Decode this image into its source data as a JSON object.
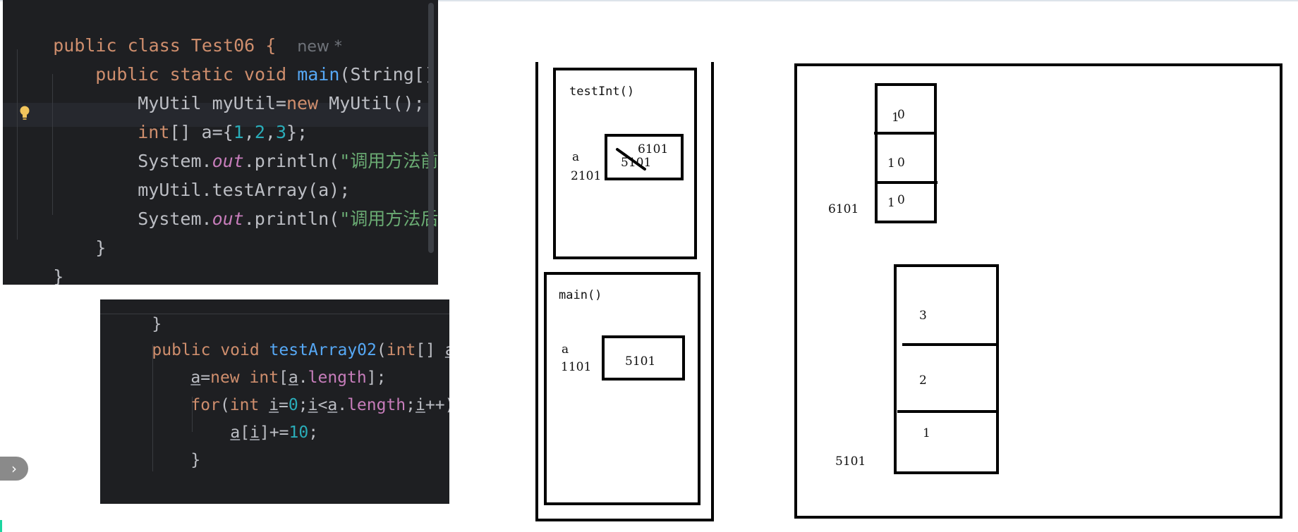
{
  "code_top": {
    "lines": [
      [
        "public class Test06 {  ",
        "new *"
      ],
      [
        "public static void ",
        "main",
        "(String[] args"
      ],
      [
        "MyUtil myUtil=",
        "new ",
        "MyUtil();"
      ],
      [
        "int",
        "[] a={",
        "1",
        ",",
        "2",
        ",",
        "3",
        "};"
      ],
      [
        "System.",
        "out",
        ".println(",
        "\"调用方法前：a="
      ],
      [
        "myUtil.testArray(a);"
      ],
      [
        "System.",
        "out",
        ".println(",
        "\"调用方法后：a="
      ],
      [
        "}"
      ],
      [
        "}"
      ]
    ]
  },
  "code_bottom": {
    "lines": [
      [
        "}"
      ],
      [
        "public void ",
        "testArray02",
        "(",
        "int",
        "[] ",
        "a",
        "){"
      ],
      [
        "a",
        "=",
        "new int",
        "[",
        "a",
        ".",
        "length",
        "];"
      ],
      [
        "for",
        "(",
        "int ",
        "i",
        "=",
        "0",
        ";",
        "i",
        "<",
        "a",
        ".",
        "length",
        ";",
        "i",
        "++){"
      ],
      [
        "a",
        "[",
        "i",
        "]+=",
        "10",
        ";"
      ],
      [
        "}"
      ],
      [
        "}"
      ]
    ]
  },
  "stack": {
    "frame_test": {
      "title": "testInt()",
      "var_name": "a",
      "var_addr": "2101",
      "old_value": "5101",
      "new_value": "6101"
    },
    "frame_main": {
      "title": "main()",
      "var_name": "a",
      "var_addr": "1101",
      "value": "5101"
    }
  },
  "heap": {
    "array_new": {
      "address": "6101",
      "cells": [
        {
          "old": "1",
          "new": "0"
        },
        {
          "old": "1",
          "new": "0"
        },
        {
          "old": "1",
          "new": "0"
        }
      ]
    },
    "array_orig": {
      "address": "5101",
      "cells": [
        "3",
        "2",
        "1"
      ]
    }
  },
  "ui": {
    "expander_glyph": "›"
  },
  "colors": {
    "editor_bg": "#1e1f22",
    "keyword": "#cf8e6d",
    "method": "#56a8f5",
    "number": "#2aacb8",
    "string": "#6aab73",
    "field": "#c77dbb",
    "bulb": "#f2c55c"
  }
}
